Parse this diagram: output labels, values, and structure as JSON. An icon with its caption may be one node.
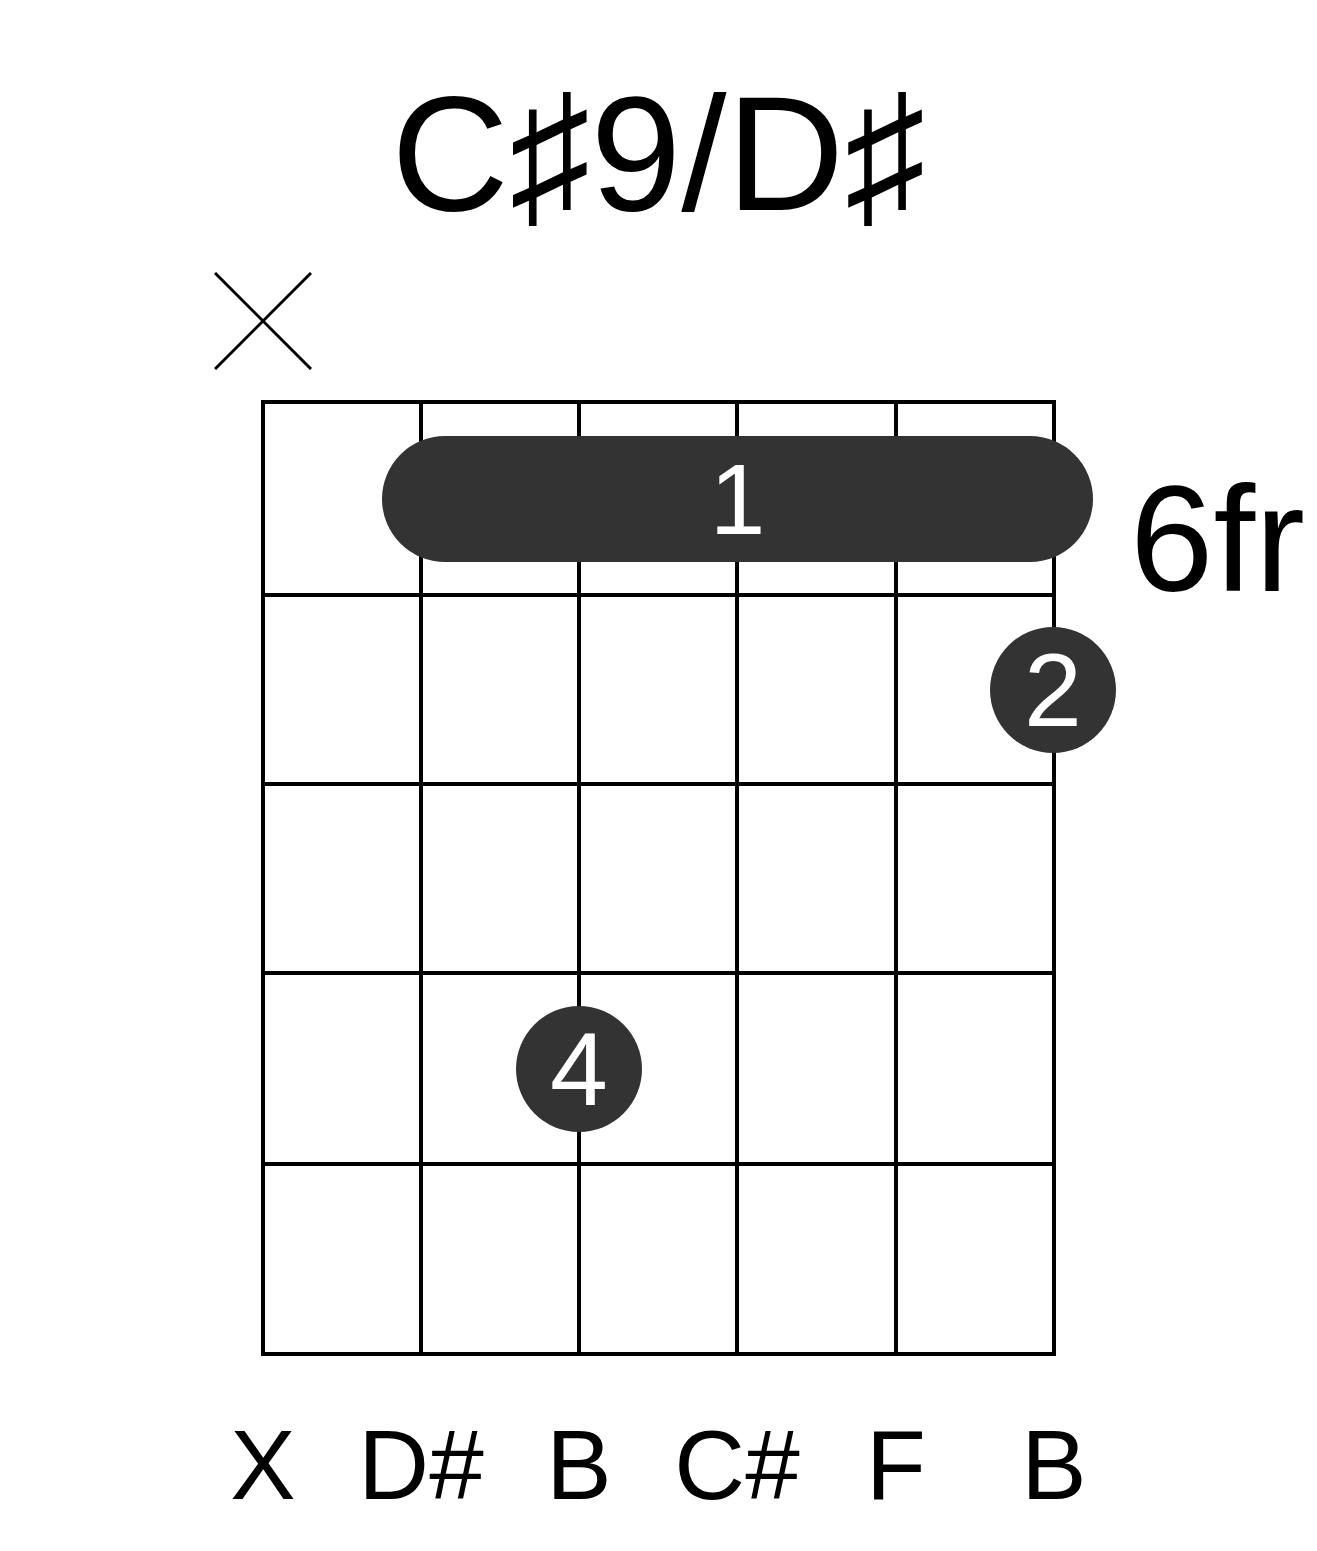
{
  "diagram": {
    "title": "C♯9/D♯",
    "nodes": [
      {
        "text": [
          "1"
        ]
      },
      {
        "text": [
          "2"
        ]
      },
      {
        "text": [
          "4"
        ]
      }
    ],
    "labels": [
      "6fr",
      "X",
      "D#",
      "B",
      "C#",
      "F",
      "B"
    ]
  }
}
